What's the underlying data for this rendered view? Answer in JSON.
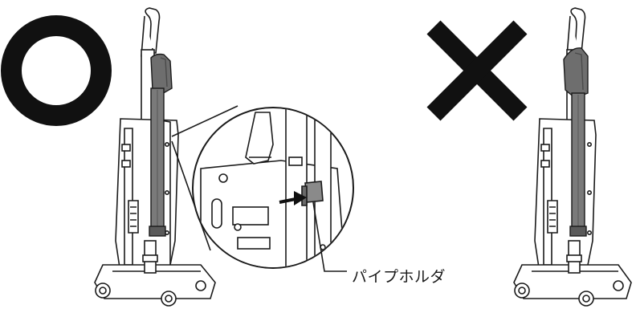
{
  "callout": {
    "label": "パイプホルダ"
  },
  "marks": {
    "correct_symbol": "circle-mark",
    "incorrect_symbol": "cross-mark"
  },
  "colors": {
    "line": "#1a1a1a",
    "pipe_fill": "#6e6e6e",
    "pipe_dark": "#4a4a4a",
    "body_fill": "#ffffff",
    "holder_fill": "#8a8a8a",
    "arrow": "#111111"
  }
}
